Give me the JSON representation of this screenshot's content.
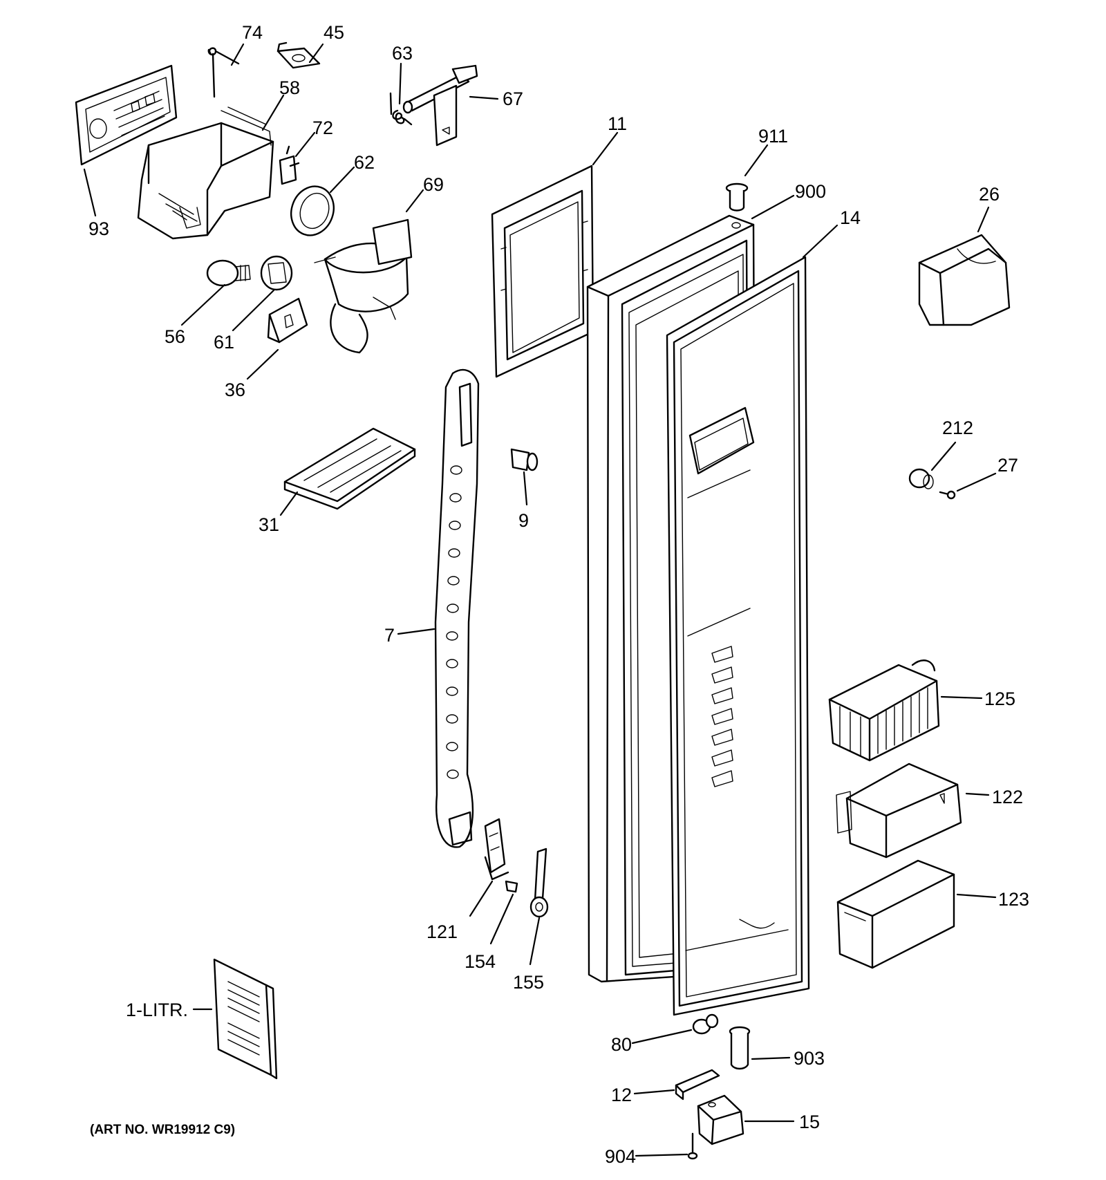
{
  "diagram": {
    "art_number": "(ART NO. WR19912 C9)",
    "parts": [
      {
        "id": "74",
        "label": "74"
      },
      {
        "id": "45",
        "label": "45"
      },
      {
        "id": "63",
        "label": "63"
      },
      {
        "id": "67",
        "label": "67"
      },
      {
        "id": "58",
        "label": "58"
      },
      {
        "id": "72",
        "label": "72"
      },
      {
        "id": "62",
        "label": "62"
      },
      {
        "id": "69",
        "label": "69"
      },
      {
        "id": "93",
        "label": "93"
      },
      {
        "id": "56",
        "label": "56"
      },
      {
        "id": "61",
        "label": "61"
      },
      {
        "id": "36",
        "label": "36"
      },
      {
        "id": "11",
        "label": "11"
      },
      {
        "id": "911",
        "label": "911"
      },
      {
        "id": "900",
        "label": "900"
      },
      {
        "id": "14",
        "label": "14"
      },
      {
        "id": "26",
        "label": "26"
      },
      {
        "id": "31",
        "label": "31"
      },
      {
        "id": "9",
        "label": "9"
      },
      {
        "id": "212",
        "label": "212"
      },
      {
        "id": "27",
        "label": "27"
      },
      {
        "id": "7",
        "label": "7"
      },
      {
        "id": "125",
        "label": "125"
      },
      {
        "id": "122",
        "label": "122"
      },
      {
        "id": "123",
        "label": "123"
      },
      {
        "id": "121",
        "label": "121"
      },
      {
        "id": "154",
        "label": "154"
      },
      {
        "id": "155",
        "label": "155"
      },
      {
        "id": "1-LITR",
        "label": "1-LITR."
      },
      {
        "id": "80",
        "label": "80"
      },
      {
        "id": "903",
        "label": "903"
      },
      {
        "id": "12",
        "label": "12"
      },
      {
        "id": "15",
        "label": "15"
      },
      {
        "id": "904",
        "label": "904"
      }
    ]
  }
}
